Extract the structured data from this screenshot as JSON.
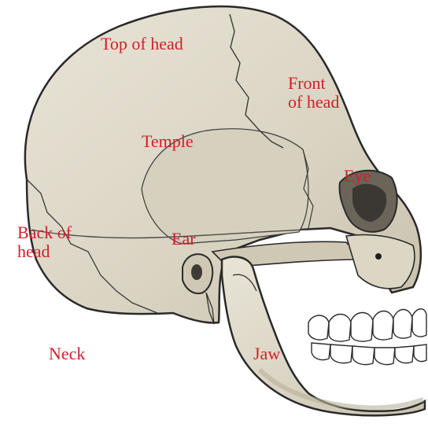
{
  "labels": {
    "top_of_head": "Top of head",
    "front_of_head": "Front\nof head",
    "temple": "Temple",
    "eye": "Eye",
    "back_of_head": "Back of\nhead",
    "ear": "Ear",
    "neck": "Neck",
    "jaw": "Jaw"
  },
  "colors": {
    "label": "#d0202a",
    "bone": "#dcd7c8",
    "bone_light": "#e9e5d8",
    "bone_shadow": "#c3bda9",
    "outline": "#2a2a2a",
    "tooth": "#ffffff",
    "socket": "#4a4a4a"
  },
  "image": {
    "subject": "Lateral view of a human skull with region labels",
    "icons": [
      "skull-illustration"
    ]
  }
}
